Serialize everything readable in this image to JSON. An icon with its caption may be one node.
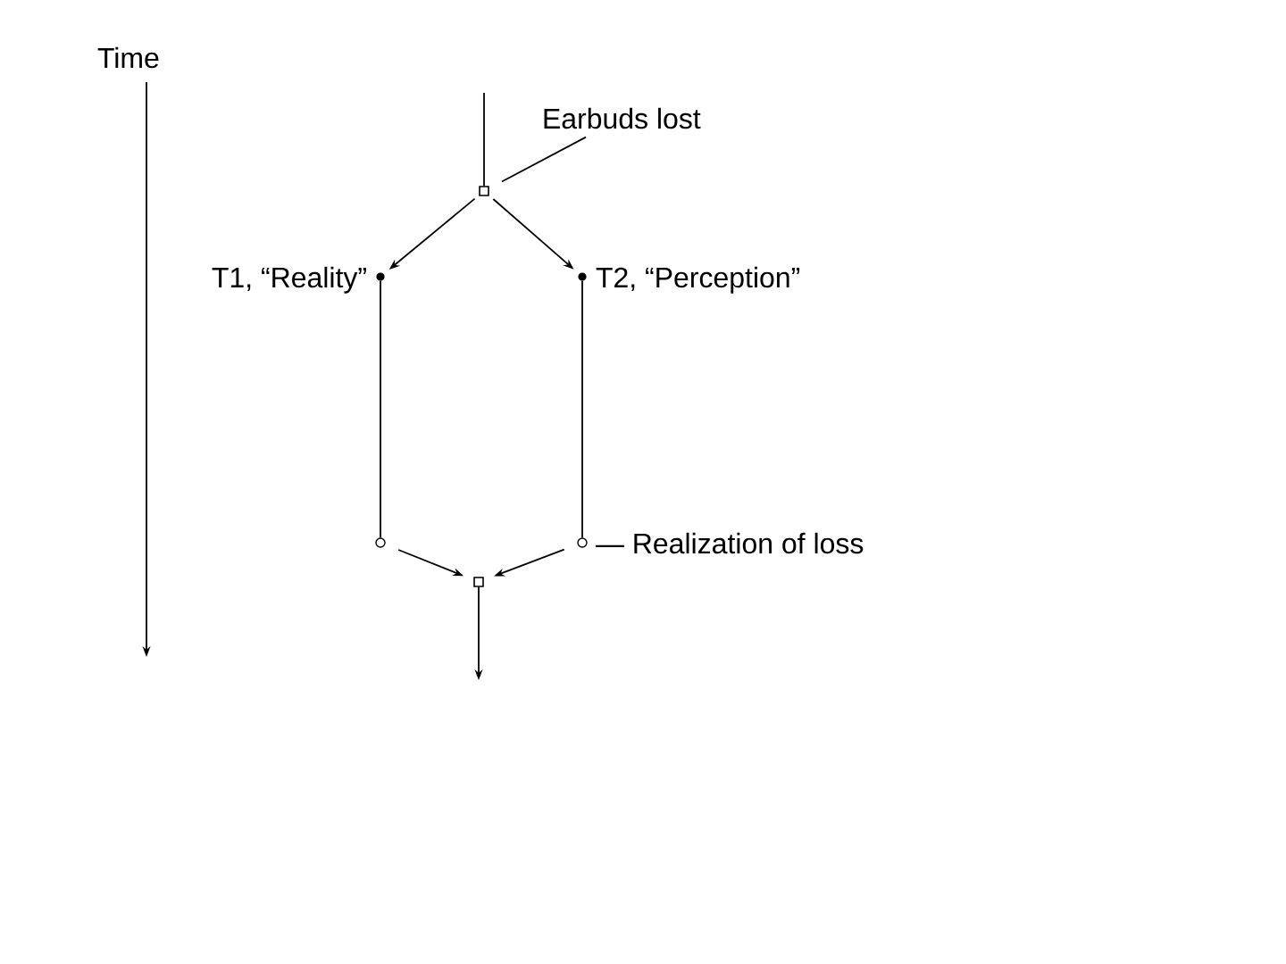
{
  "diagram": {
    "nodes": [
      {
        "text": [],
        "shape": "box"
      },
      {
        "text": [],
        "shape": "dot",
        "beside": [
          "T1, “Reality”"
        ]
      },
      {
        "text": [],
        "shape": "dot",
        "beside": [
          "T2, “Perception”"
        ]
      },
      {
        "text": [],
        "shape": "circle"
      },
      {
        "text": [],
        "shape": "circle",
        "beside": [
          "— Realization of loss"
        ]
      },
      {
        "text": [],
        "shape": "box"
      },
      {
        "text": [
          "Earbuds lost"
        ]
      }
    ],
    "edges": [
      {
        "from": null,
        "to": 0,
        "arrow": "none"
      },
      {
        "from": 0,
        "to": 1,
        "arrow": "to"
      },
      {
        "from": 0,
        "to": 2,
        "arrow": "to"
      },
      {
        "from": 1,
        "to": 3,
        "arrow": "none"
      },
      {
        "from": 2,
        "to": 4,
        "arrow": "none"
      },
      {
        "from": 3,
        "to": 5,
        "arrow": "to"
      },
      {
        "from": 4,
        "to": 5,
        "arrow": "to"
      },
      {
        "from": 5,
        "to": null,
        "arrow": "to"
      },
      {
        "from": 6,
        "to": 0,
        "arrow": "none"
      }
    ],
    "labels": [
      "Time"
    ]
  }
}
